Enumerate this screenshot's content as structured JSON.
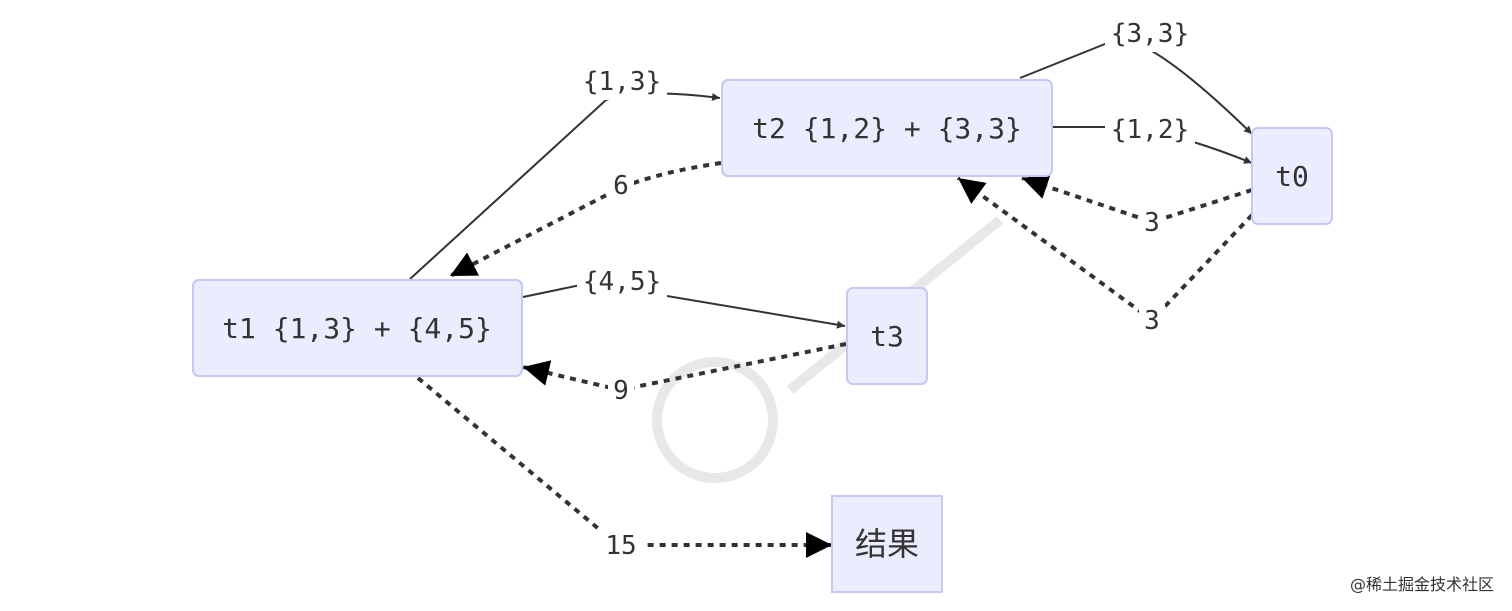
{
  "nodes": {
    "t1": "t1 {1,3} + {4,5}",
    "t2": "t2 {1,2} + {3,3}",
    "t0": "t0",
    "t3": "t3",
    "result": "结果"
  },
  "edges": {
    "t1_to_t2": "{1,3}",
    "t2_to_t0_top": "{3,3}",
    "t2_to_t0": "{1,2}",
    "t1_to_t3": "{4,5}",
    "t2_to_t1_return": "6",
    "t0_to_t2_return_a": "3",
    "t0_to_t2_return_b": "3",
    "t3_to_t1_return": "9",
    "t1_to_result": "15"
  },
  "watermark": "@稀土掘金技术社区"
}
